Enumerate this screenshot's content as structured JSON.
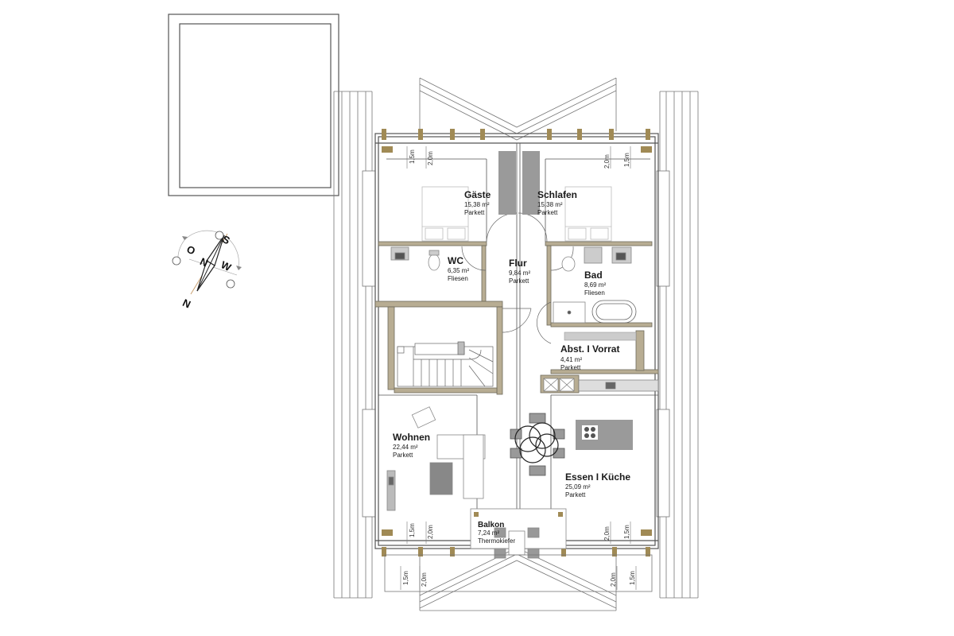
{
  "rooms": {
    "gaeste": {
      "name": "Gäste",
      "area": "15,38 m²",
      "floor": "Parkett"
    },
    "schlafen": {
      "name": "Schlafen",
      "area": "15,38 m²",
      "floor": "Parkett"
    },
    "wc": {
      "name": "WC",
      "area": "6,35 m²",
      "floor": "Fliesen"
    },
    "flur": {
      "name": "Flur",
      "area": "9,84 m²",
      "floor": "Parkett"
    },
    "bad": {
      "name": "Bad",
      "area": "8,69 m²",
      "floor": "Fliesen"
    },
    "vorrat": {
      "name": "Abst. I Vorrat",
      "area": "4,41 m²",
      "floor": "Parkett"
    },
    "wohnen": {
      "name": "Wohnen",
      "area": "22,44 m²",
      "floor": "Parkett"
    },
    "kueche": {
      "name": "Essen I Küche",
      "area": "25,09 m²",
      "floor": "Parkett"
    },
    "balkon": {
      "name": "Balkon",
      "area": "7,24 m²",
      "floor": "Thermokiefer"
    }
  },
  "dimensions": {
    "h15": "1,5m",
    "h20": "2,0m"
  },
  "compass": {
    "n": "N",
    "o": "O",
    "s": "S",
    "w": "W"
  },
  "colors": {
    "wall": "#7a7a6e",
    "wall_fill": "#b8ad93",
    "furniture_gray": "#9a9a9a",
    "light_gray": "#d8d8d8",
    "accent_brown": "#a08a55"
  }
}
